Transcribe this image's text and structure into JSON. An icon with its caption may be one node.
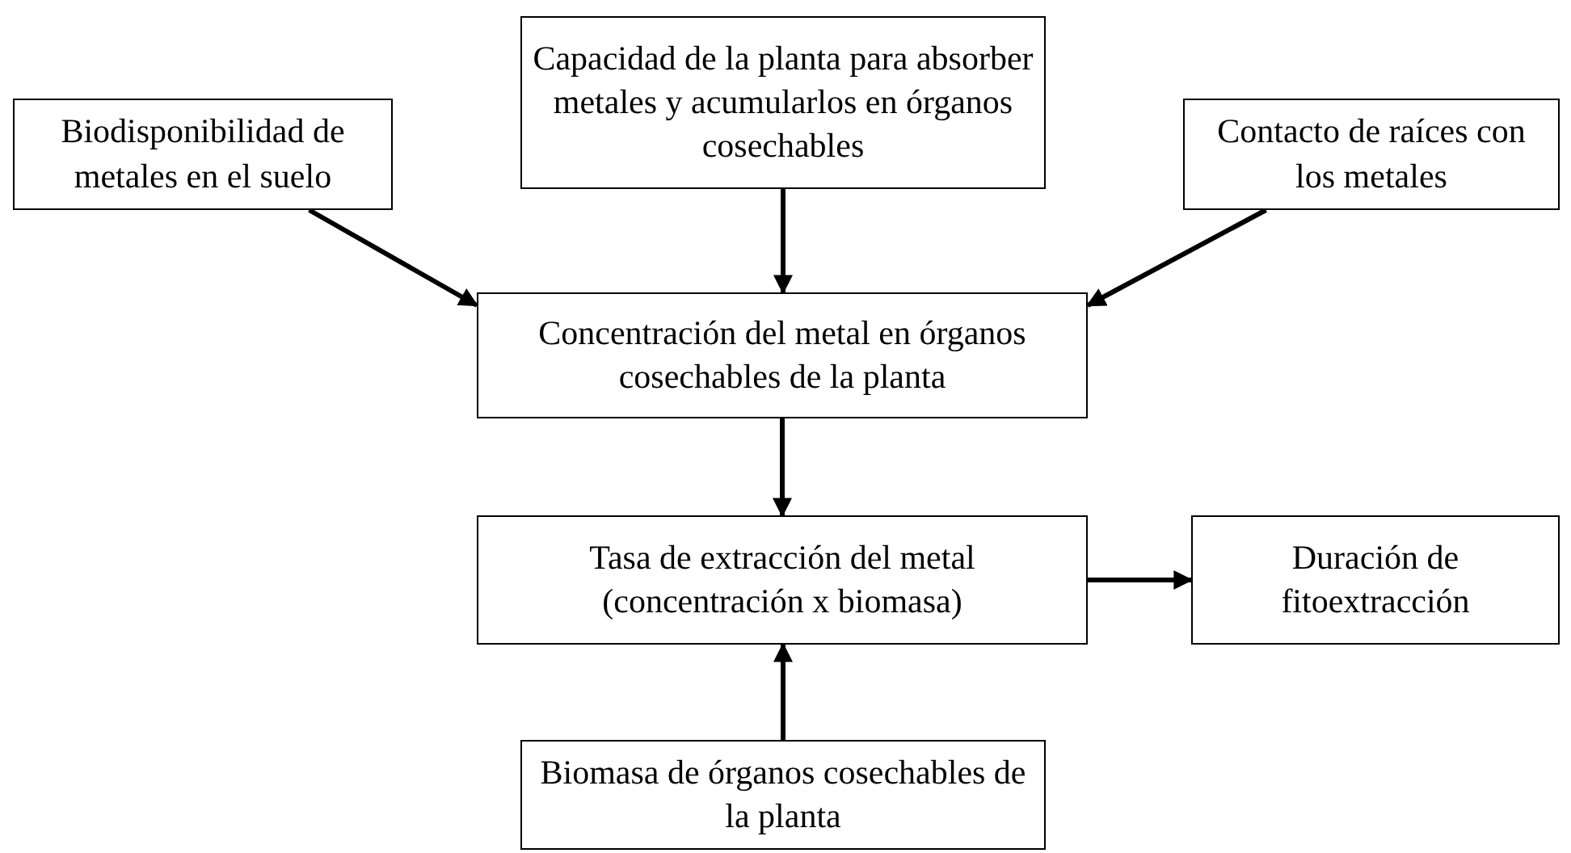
{
  "diagram": {
    "nodes": [
      {
        "text": [
          "Biodisponibilidad de metales en el suelo"
        ]
      },
      {
        "text": [
          "Capacidad de la planta para absorber metales y acumularlos en órganos cosechables"
        ]
      },
      {
        "text": [
          "Contacto de raíces con los metales"
        ]
      },
      {
        "text": [
          "Concentración del metal en órganos cosechables de la planta"
        ]
      },
      {
        "text": [
          "Tasa de extracción del metal (concentración x biomasa)"
        ]
      },
      {
        "text": [
          "Duración de fitoextracción"
        ]
      },
      {
        "text": [
          "Biomasa de órganos cosechables de la planta"
        ]
      }
    ],
    "edges": [
      {
        "from": 0,
        "to": 3,
        "arrow": "to"
      },
      {
        "from": 1,
        "to": 3,
        "arrow": "to"
      },
      {
        "from": 2,
        "to": 3,
        "arrow": "to"
      },
      {
        "from": 3,
        "to": 4,
        "arrow": "to"
      },
      {
        "from": 6,
        "to": 4,
        "arrow": "to"
      },
      {
        "from": 4,
        "to": 5,
        "arrow": "to"
      }
    ]
  }
}
